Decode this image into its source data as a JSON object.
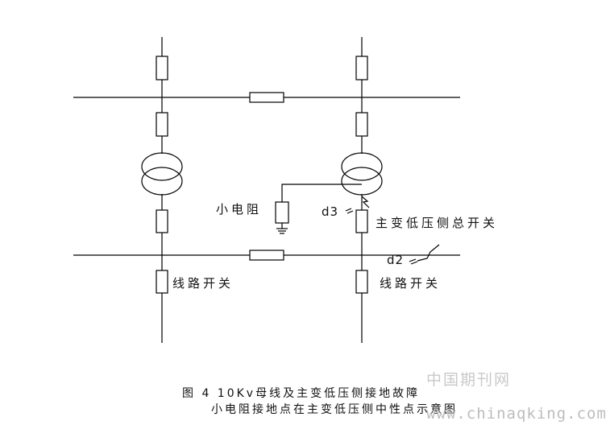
{
  "labels": {
    "small_resistor": "小电阻",
    "fault_d3": "d3",
    "fault_d2": "d2",
    "main_low_side_switch": "主变低压侧总开关",
    "line_switch_left": "线路开关",
    "line_switch_right": "线路开关"
  },
  "caption": {
    "line1": "图 4 10Kv母线及主变低压侧接地故障",
    "line2": "小电阻接地点在主变低压侧中性点示意图"
  },
  "watermark": {
    "cn": "中国期刊网",
    "url": "www.chinaqking.com"
  },
  "colors": {
    "line": "#000000",
    "watermark": "#c8c8c8"
  }
}
